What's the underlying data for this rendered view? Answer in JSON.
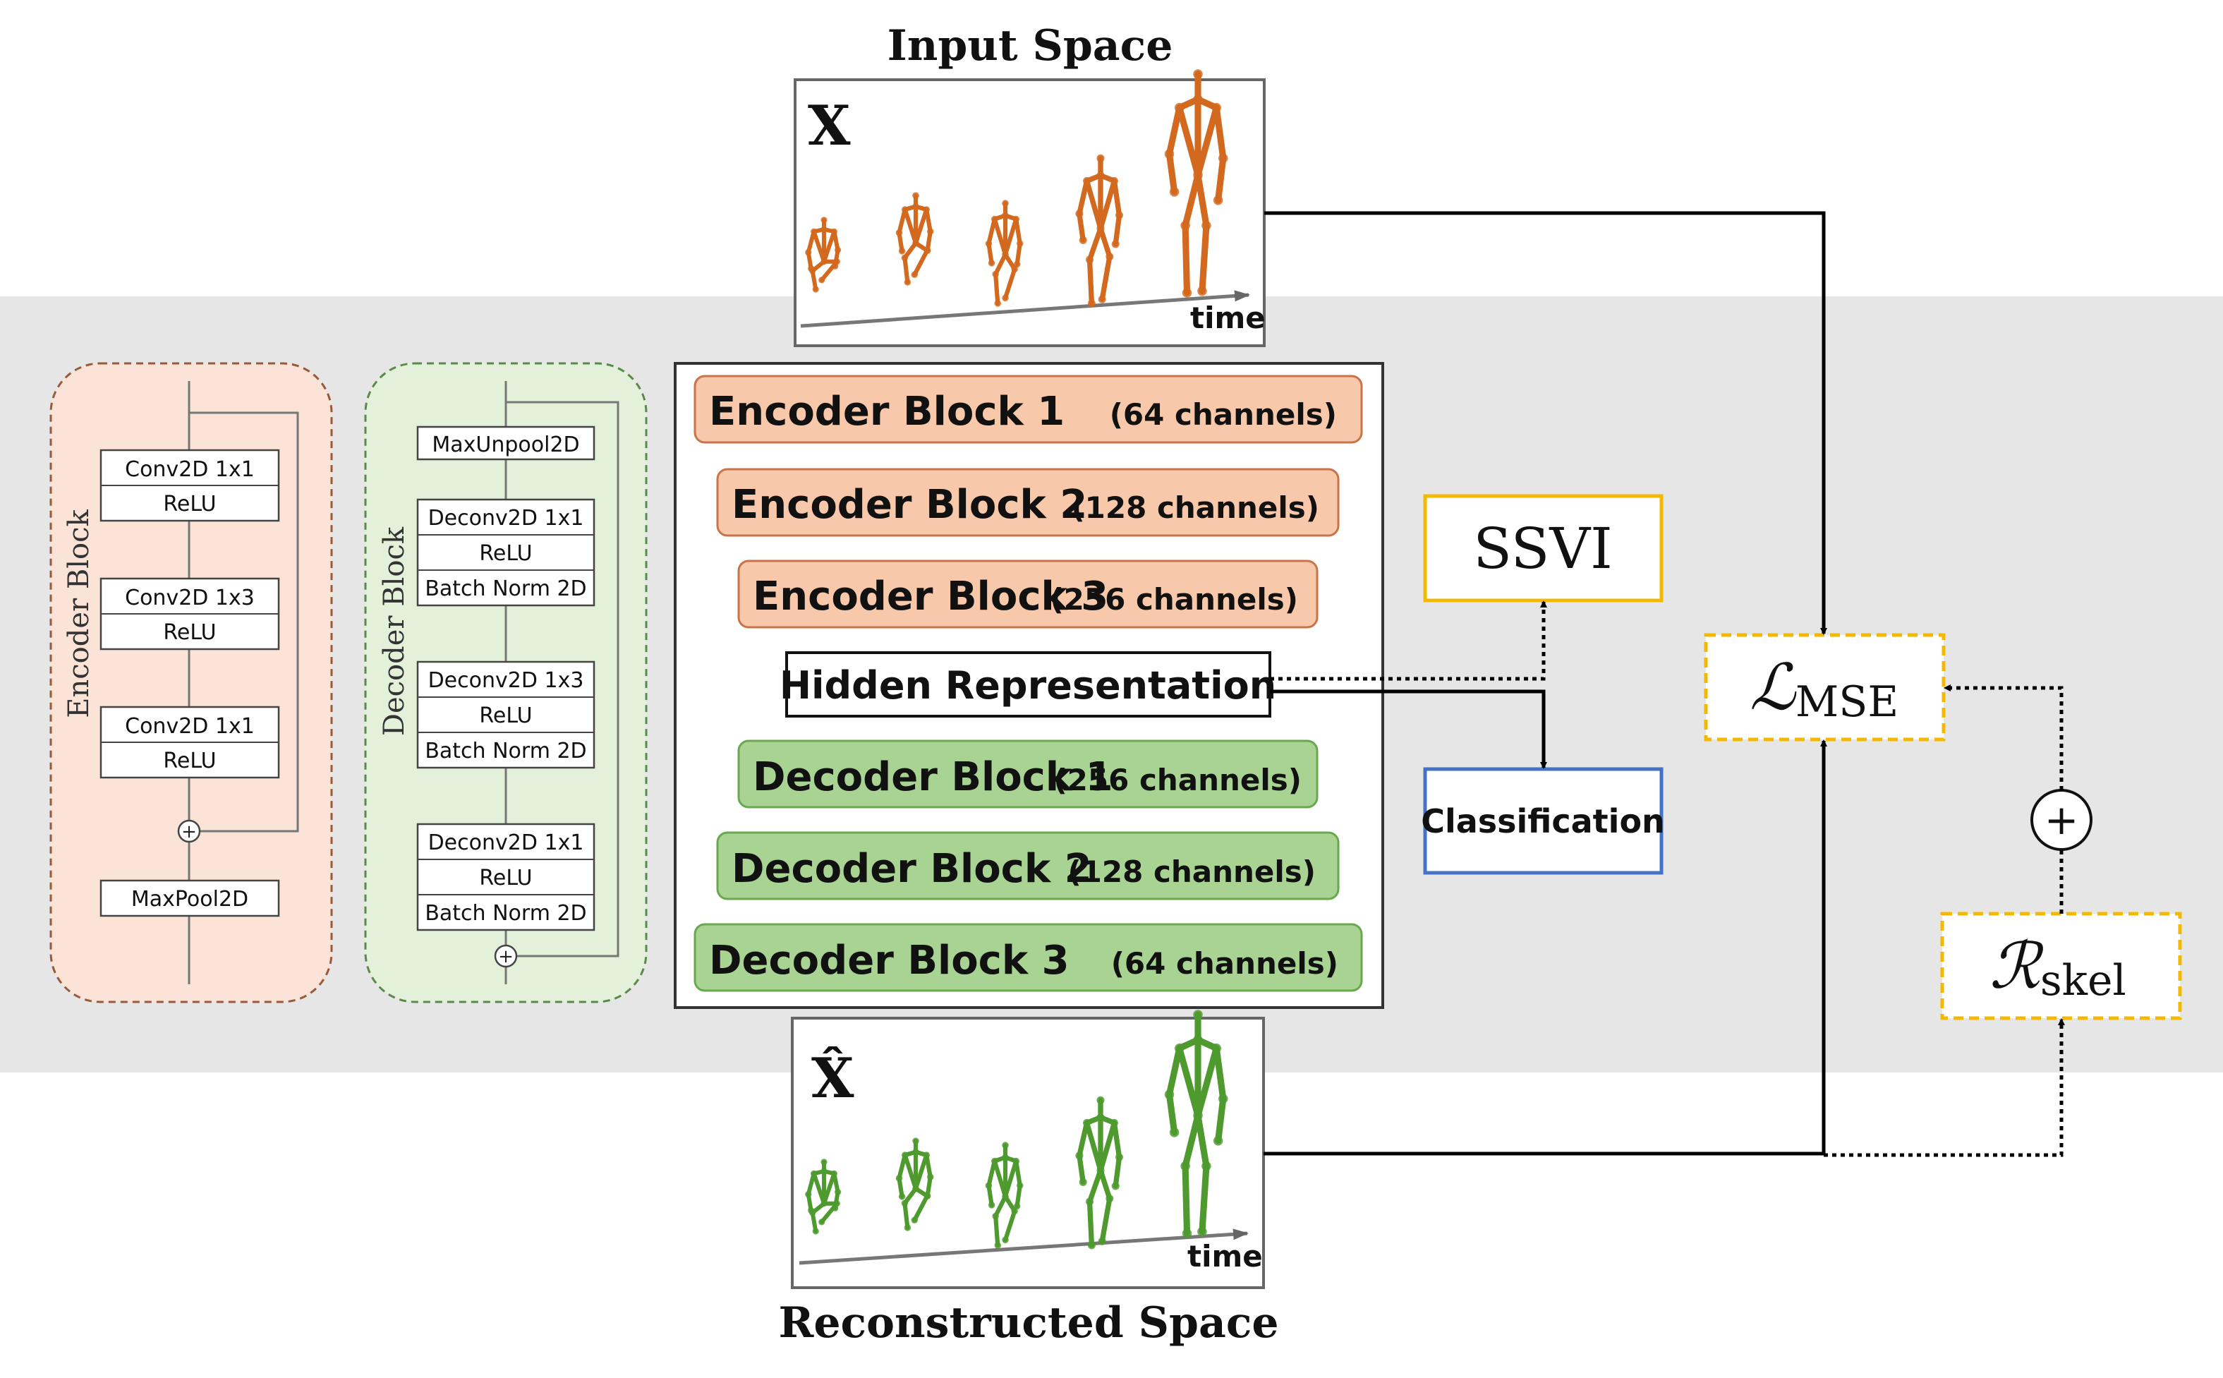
{
  "input_space": {
    "title": "Input Space",
    "symbol": "X",
    "time_label": "time"
  },
  "reconstructed_space": {
    "title": "Reconstructed Space",
    "symbol": "X̂",
    "time_label": "time"
  },
  "encoder_block_detail": {
    "title": "Encoder Block",
    "layers": [
      [
        "Conv2D 1x1",
        "ReLU"
      ],
      [
        "Conv2D 1x3",
        "ReLU"
      ],
      [
        "Conv2D 1x1",
        "ReLU"
      ]
    ],
    "sum_symbol": "+",
    "pool": "MaxPool2D"
  },
  "decoder_block_detail": {
    "title": "Decoder Block",
    "unpool": "MaxUnpool2D",
    "layers": [
      [
        "Deconv2D 1x1",
        "ReLU",
        "Batch Norm 2D"
      ],
      [
        "Deconv2D 1x3",
        "ReLU",
        "Batch Norm 2D"
      ],
      [
        "Deconv2D 1x1",
        "ReLU",
        "Batch Norm 2D"
      ]
    ],
    "sum_symbol": "+"
  },
  "network_blocks": [
    {
      "label": "Encoder Block 1",
      "channels": "(64 channels)"
    },
    {
      "label": "Encoder Block 2",
      "channels": "(128 channels)"
    },
    {
      "label": "Encoder Block 3",
      "channels": "(256 channels)"
    },
    {
      "label": "Hidden Representation",
      "channels": ""
    },
    {
      "label": "Decoder Block 1",
      "channels": "(256 channels)"
    },
    {
      "label": "Decoder Block 2",
      "channels": "(128 channels)"
    },
    {
      "label": "Decoder Block 3",
      "channels": "(64 channels)"
    }
  ],
  "outputs": {
    "ssvi": "SSVI",
    "classification": "Classification"
  },
  "losses": {
    "mse_symbol": "ℒ",
    "mse_sub": "MSE",
    "skel_symbol": "ℛ",
    "skel_sub": "skel",
    "plus": "+"
  },
  "colors": {
    "encoder_fill": "#f8c8aa",
    "encoder_stroke": "#c8734a",
    "decoder_fill": "#a8d392",
    "decoder_stroke": "#6aa84f",
    "enc_panel_fill": "#fbe3d7",
    "dec_panel_fill": "#e3f0da",
    "band": "#e6e6e6",
    "ssvi_border": "#f5b800",
    "class_border": "#4472c4",
    "loss_border": "#f5b800",
    "skeleton_orange": "#d2691e",
    "skeleton_green": "#4e9a2e"
  }
}
